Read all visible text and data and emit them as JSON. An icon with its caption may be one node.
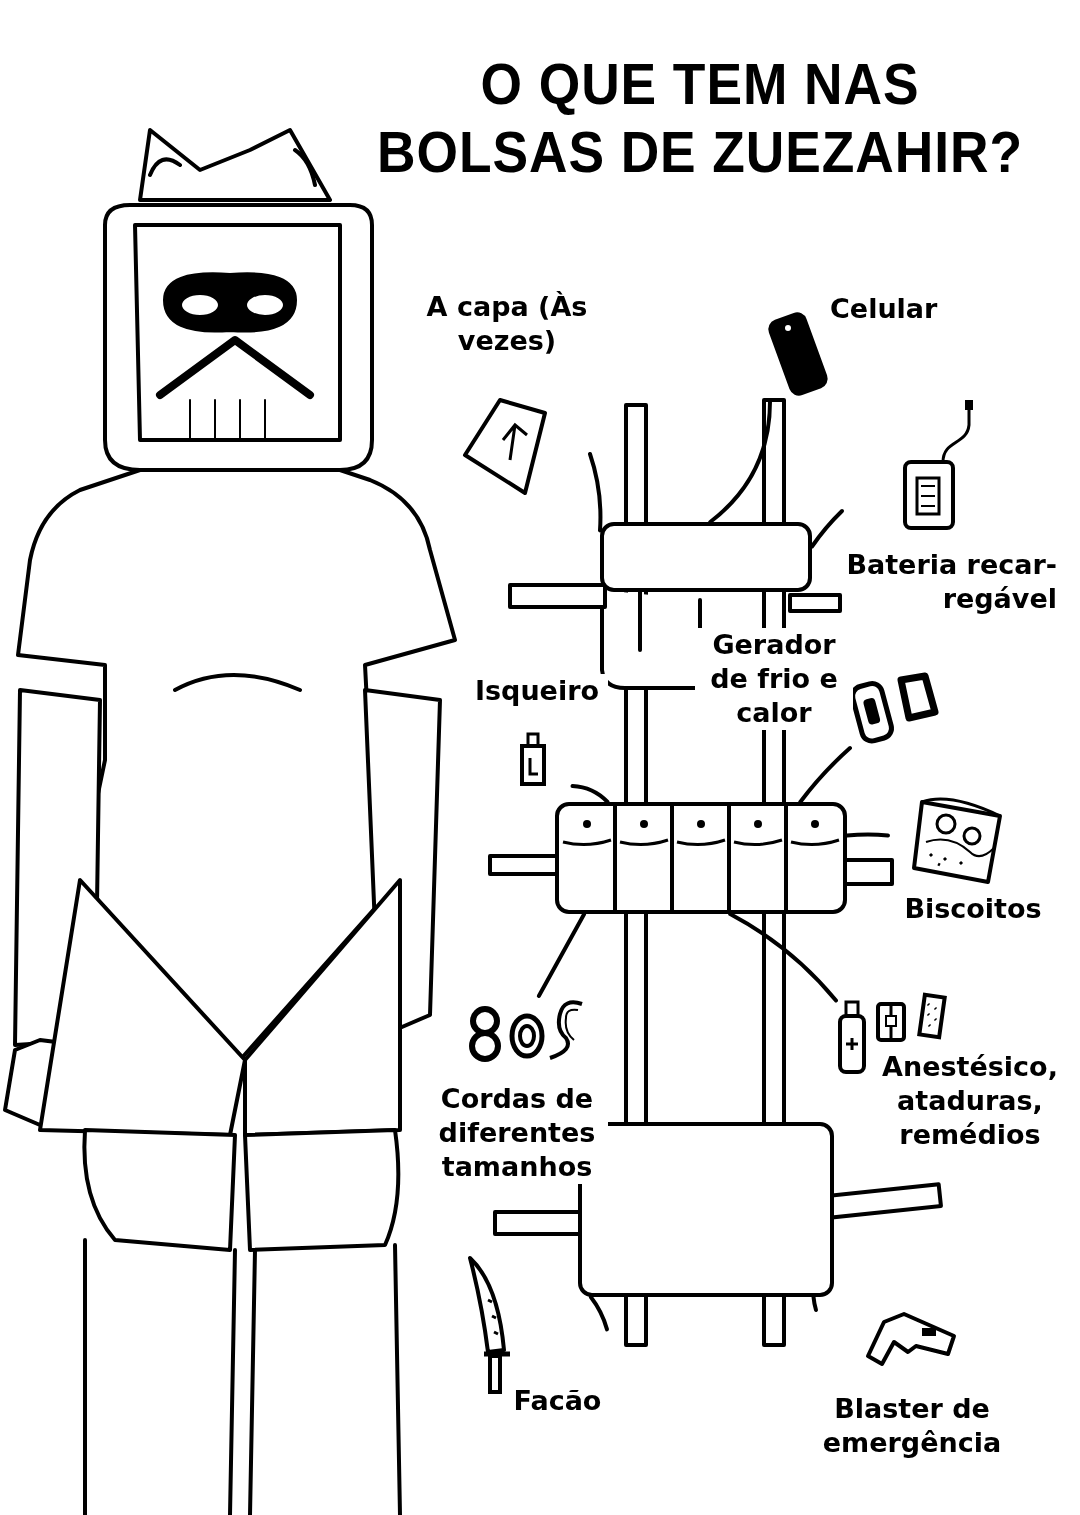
{
  "diagram": {
    "title": "O QUE TEM NAS BOLSAS DE ZUEZAHIR?",
    "nodes": [
      {
        "text": [],
        "shape": "box"
      },
      {
        "text": [],
        "shape": "box"
      },
      {
        "text": [],
        "shape": "box"
      },
      {
        "text": [
          "A capa (Às vezes)"
        ]
      },
      {
        "text": [
          "Celular"
        ]
      },
      {
        "text": [
          "Bateria recar- regável"
        ]
      },
      {
        "text": [
          "Gerador de frio e calor"
        ]
      },
      {
        "text": [
          "Isqueiro"
        ]
      },
      {
        "text": [
          "Biscoitos"
        ]
      },
      {
        "text": [
          "Cordas de diferentes tamanhos"
        ]
      },
      {
        "text": [
          "Anestésico, ataduras, remédios"
        ]
      },
      {
        "text": [
          "Facão"
        ]
      },
      {
        "text": [
          "Blaster de emergência"
        ]
      }
    ],
    "edges": [
      {
        "from": 3,
        "to": 0,
        "arrow": "none"
      },
      {
        "from": 4,
        "to": 0,
        "arrow": "none"
      },
      {
        "from": 5,
        "to": 0,
        "arrow": "none"
      },
      {
        "from": 6,
        "to": 1,
        "arrow": "none"
      },
      {
        "from": 7,
        "to": 1,
        "arrow": "none"
      },
      {
        "from": 8,
        "to": 1,
        "arrow": "none"
      },
      {
        "from": 9,
        "to": 1,
        "arrow": "none"
      },
      {
        "from": 10,
        "to": 1,
        "arrow": "none"
      },
      {
        "from": 11,
        "to": 2,
        "arrow": "none"
      },
      {
        "from": 12,
        "to": 2,
        "arrow": "none"
      }
    ]
  }
}
